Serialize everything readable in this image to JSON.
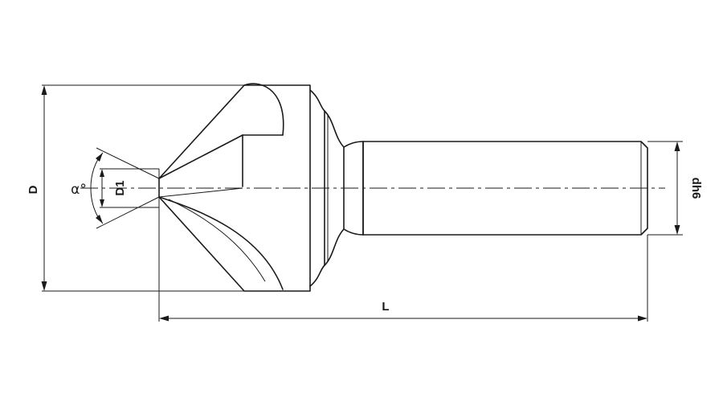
{
  "labels": {
    "diameter": "D",
    "tip_diameter": "D1",
    "angle": "α°",
    "length": "L",
    "shank_diameter": "dh6"
  }
}
